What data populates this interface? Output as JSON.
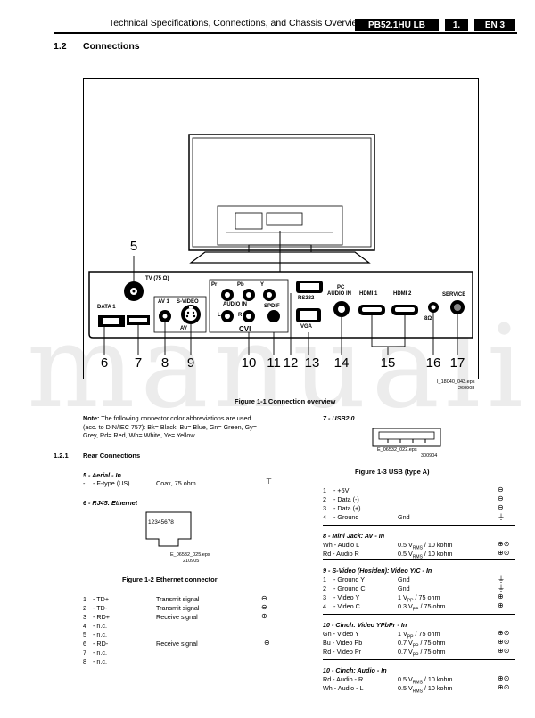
{
  "header": {
    "title": "Technical Specifications, Connections, and Chassis Overview",
    "model": "PB52.1HU LB",
    "chapter": "1.",
    "lang": "EN 3"
  },
  "section": {
    "num": "1.2",
    "title": "Connections"
  },
  "figure1": {
    "labels": {
      "tv": "TV (75 Ω)",
      "data1": "DATA 1",
      "av1": "AV 1",
      "svideo": "S-VIDEO",
      "av": "AV",
      "pr": "Pr",
      "pb": "Pb",
      "y": "Y",
      "audio_in": "AUDIO IN",
      "l": "L",
      "r": "R",
      "cvi": "CVI",
      "spdif": "SPDIF",
      "rs232": "RS232",
      "vga": "VGA",
      "pc_audio": "PC",
      "pc_audio2": "AUDIO IN",
      "hdmi1": "HDMI 1",
      "hdmi2": "HDMI 2",
      "ohm": "8Ω",
      "service": "SERVICE"
    },
    "callouts": [
      "5",
      "6",
      "7",
      "8",
      "9",
      "10",
      "11",
      "12",
      "13",
      "14",
      "15",
      "16",
      "17"
    ],
    "file": "I_18040_043.eps",
    "date": "260908",
    "caption": "Figure 1-1 Connection overview"
  },
  "note": {
    "label": "Note:",
    "text1": "The following connector color abbreviations are used",
    "text2": "(acc. to DIN/IEC 757): Bk= Black, Bu= Blue, Gn= Green, Gy=",
    "text3": "Grey, Rd= Red, Wh= White, Ye= Yellow."
  },
  "rear": {
    "num": "1.2.1",
    "title": "Rear Connections"
  },
  "aerial": {
    "title": "5 - Aerial - In",
    "bullet": "-",
    "c1": "- F-type (US)",
    "c2": "Coax, 75 ohm"
  },
  "rj45": {
    "title": "6 - RJ45: Ethernet",
    "pins": "12345678",
    "file": "E_06532_025.eps",
    "date": "210905",
    "caption": "Figure 1-2 Ethernet connector",
    "rows": [
      [
        "1",
        "- TD+",
        "Transmit signal"
      ],
      [
        "2",
        "- TD-",
        "Transmit signal"
      ],
      [
        "3",
        "- RD+",
        "Receive signal"
      ],
      [
        "4",
        "- n.c.",
        ""
      ],
      [
        "5",
        "- n.c.",
        ""
      ],
      [
        "6",
        "- RD-",
        "Receive signal"
      ],
      [
        "7",
        "- n.c.",
        ""
      ],
      [
        "8",
        "- n.c.",
        ""
      ]
    ]
  },
  "usb": {
    "title": "7 - USB2.0",
    "file": "E_06532_022.eps",
    "date": "300904",
    "caption": "Figure 1-3  USB (type A)",
    "rows": [
      [
        "1",
        "- +5V",
        ""
      ],
      [
        "2",
        "- Data (-)",
        ""
      ],
      [
        "3",
        "- Data (+)",
        ""
      ],
      [
        "4",
        "- Ground",
        "Gnd"
      ]
    ]
  },
  "mini": {
    "title": "8 - Mini Jack: AV - In",
    "rows": [
      [
        "Wh - Audio L",
        "0.5 V",
        "RMS",
        " / 10 kohm"
      ],
      [
        "Rd  - Audio R",
        "0.5 V",
        "RMS",
        " / 10 kohm"
      ]
    ]
  },
  "svideo": {
    "title": "9 - S-Video (Hosiden): Video Y/C - In",
    "rows": [
      [
        "1",
        "- Ground Y",
        "Gnd",
        "",
        ""
      ],
      [
        "2",
        "- Ground C",
        "Gnd",
        "",
        ""
      ],
      [
        "3",
        "- Video Y",
        "1 V",
        "PP",
        " / 75 ohm"
      ],
      [
        "4",
        "- Video C",
        "0.3 V",
        "PP",
        " / 75 ohm"
      ]
    ]
  },
  "ypbpr": {
    "title": "10 - Cinch: Video YPbPr - In",
    "rows": [
      [
        "Gn  - Video Y",
        "1 V",
        "PP",
        " / 75 ohm"
      ],
      [
        "Bu  - Video Pb",
        "0.7 V",
        "PP",
        " / 75 ohm"
      ],
      [
        "Rd  - Video Pr",
        "0.7 V",
        "PP",
        " / 75 ohm"
      ]
    ]
  },
  "audio": {
    "title": "10 - Cinch: Audio - In",
    "rows": [
      [
        "Rd  - Audio - R",
        "0.5 V",
        "RMS",
        " / 10 kohm"
      ],
      [
        "Wh - Audio - L",
        "0.5 V",
        "RMS",
        " / 10 kohm"
      ]
    ]
  },
  "watermark": "manuali"
}
